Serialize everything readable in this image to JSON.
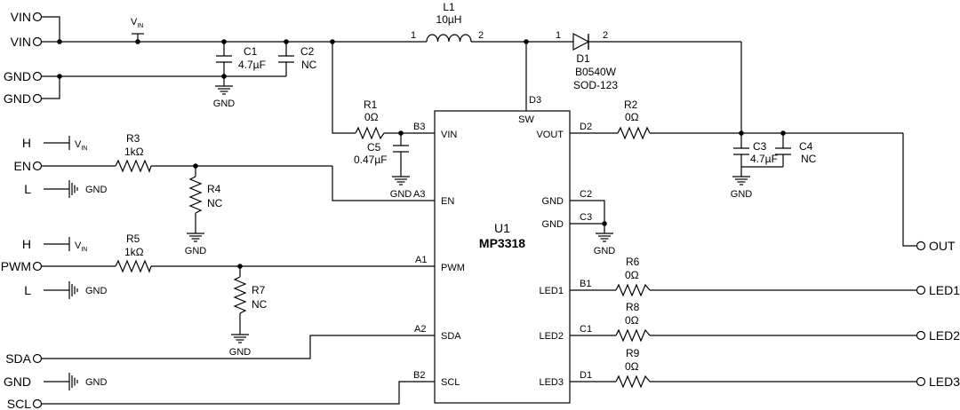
{
  "pins_left": {
    "vin1": "VIN",
    "vin2": "VIN",
    "gnd1": "GND",
    "gnd2": "GND",
    "h1": "H",
    "en": "EN",
    "l1": "L",
    "h2": "H",
    "pwm": "PWM",
    "l2": "L",
    "sda": "SDA",
    "gnd3": "GND",
    "scl": "SCL"
  },
  "pins_right": {
    "out": "OUT",
    "led1": "LED1",
    "led2": "LED2",
    "led3": "LED3"
  },
  "vin_tag": {
    "v": "V",
    "sub": "IN"
  },
  "gnd_label": "GND",
  "components": {
    "L1": {
      "ref": "L1",
      "value": "10µH",
      "pin1": "1",
      "pin2": "2"
    },
    "D1": {
      "ref": "D1",
      "value": "B0540W",
      "package": "SOD-123",
      "pin1": "1",
      "pin2": "2"
    },
    "C1": {
      "ref": "C1",
      "value": "4.7µF"
    },
    "C2": {
      "ref": "C2",
      "value": "NC"
    },
    "C3": {
      "ref": "C3",
      "value": "4.7µF"
    },
    "C4": {
      "ref": "C4",
      "value": "NC"
    },
    "C5": {
      "ref": "C5",
      "value": "0.47µF"
    },
    "R1": {
      "ref": "R1",
      "value": "0Ω"
    },
    "R2": {
      "ref": "R2",
      "value": "0Ω"
    },
    "R3": {
      "ref": "R3",
      "value": "1kΩ"
    },
    "R4": {
      "ref": "R4",
      "value": "NC"
    },
    "R5": {
      "ref": "R5",
      "value": "1kΩ"
    },
    "R6": {
      "ref": "R6",
      "value": "0Ω"
    },
    "R7": {
      "ref": "R7",
      "value": "NC"
    },
    "R8": {
      "ref": "R8",
      "value": "0Ω"
    },
    "R9": {
      "ref": "R9",
      "value": "0Ω"
    }
  },
  "ic": {
    "ref": "U1",
    "part": "MP3318",
    "pins": {
      "vin": {
        "name": "VIN",
        "num": "B3"
      },
      "en": {
        "name": "EN",
        "num": "A3"
      },
      "pwm": {
        "name": "PWM",
        "num": "A1"
      },
      "sda": {
        "name": "SDA",
        "num": "A2"
      },
      "scl": {
        "name": "SCL",
        "num": "B2"
      },
      "sw": {
        "name": "SW",
        "num": "D3"
      },
      "vout": {
        "name": "VOUT",
        "num": "D2"
      },
      "gnd1": {
        "name": "GND",
        "num": "C2"
      },
      "gnd2": {
        "name": "GND",
        "num": "C3"
      },
      "led1": {
        "name": "LED1",
        "num": "B1"
      },
      "led2": {
        "name": "LED2",
        "num": "C1"
      },
      "led3": {
        "name": "LED3",
        "num": "D1"
      }
    }
  }
}
